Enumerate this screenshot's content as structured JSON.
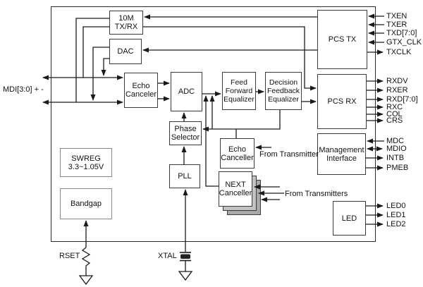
{
  "blocks": {
    "m10_txrx": "10M\nTX/RX",
    "dac": "DAC",
    "echo_canceler": "Echo\nCanceler",
    "adc": "ADC",
    "phase_selector": "Phase\nSelector",
    "pll": "PLL",
    "feed_forward_equalizer": "Feed\nForward\nEqualizer",
    "decision_feedback_equalizer": "Decision\nFeedback\nEqualizer",
    "pcs_tx": "PCS TX",
    "pcs_rx": "PCS RX",
    "management_interface": "Management\nInterface",
    "led": "LED",
    "swreg": "SWREG\n3.3~1.05V",
    "bandgap": "Bandgap",
    "echo_canceller2": "Echo\nCanceller",
    "next_canceller": "NEXT\nCanceller"
  },
  "labels": {
    "mdi": "MDI[3:0] + -",
    "from_transmitter": "From Transmitter",
    "from_transmitters": "From Transmitters",
    "rset": "RSET",
    "xtal": "XTAL"
  },
  "pins": {
    "right": [
      "TXEN",
      "TXER",
      "TXD[7:0]",
      "GTX_CLK",
      "TXCLK",
      "RXDV",
      "RXER",
      "RXD[7:0]",
      "RXC",
      "COL",
      "CRS",
      "MDC",
      "MDIO",
      "INTB",
      "PMEB",
      "LED0",
      "LED1",
      "LED2"
    ]
  },
  "colors": {
    "wire": "#1a1a1a",
    "background": "#ffffff",
    "stack_fill": "#a9a9a9",
    "soft_border": "#8a8a8a"
  }
}
